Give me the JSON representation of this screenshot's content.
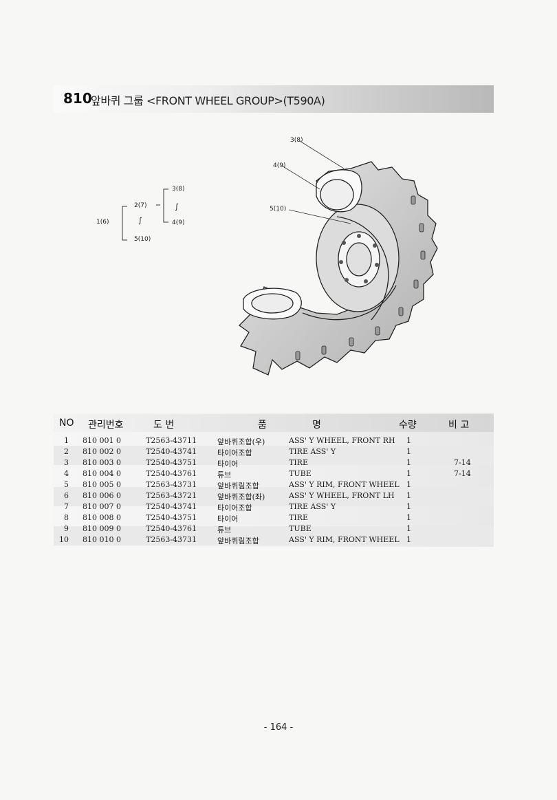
{
  "header": {
    "code": "810",
    "title": "앞바퀴 그룹 <FRONT WHEEL GROUP>(T590A)"
  },
  "tree": {
    "root": "1(6)",
    "group": "2(7)",
    "leaf_top": "3(8)",
    "leaf_bottom": "4(9)",
    "group_sep": "∫",
    "root_sep": "∫",
    "bottom": "5(10)"
  },
  "callouts": [
    "3(8)",
    "4(9)",
    "5(10)"
  ],
  "table": {
    "headers": {
      "no": "NO",
      "mgmt_no": "관리번호",
      "drawing": "도  번",
      "name_a": "품",
      "name_b": "명",
      "qty": "수량",
      "remark": "비 고"
    },
    "rows": [
      {
        "no": "1",
        "mgmt": "810 001 0",
        "part": "T2563-43711",
        "kr": "앞바퀴조합(우)",
        "en": "ASS' Y WHEEL, FRONT RH",
        "qty": "1",
        "remark": ""
      },
      {
        "no": "2",
        "mgmt": "810 002 0",
        "part": "T2540-43741",
        "kr": "타이어조합",
        "en": "TIRE ASS' Y",
        "qty": "1",
        "remark": ""
      },
      {
        "no": "3",
        "mgmt": "810 003 0",
        "part": "T2540-43751",
        "kr": "타이어",
        "en": "TIRE",
        "qty": "1",
        "remark": "7-14"
      },
      {
        "no": "4",
        "mgmt": "810 004 0",
        "part": "T2540-43761",
        "kr": "튜브",
        "en": "TUBE",
        "qty": "1",
        "remark": "7-14"
      },
      {
        "no": "5",
        "mgmt": "810 005 0",
        "part": "T2563-43731",
        "kr": "앞바퀴림조합",
        "en": "ASS' Y RIM, FRONT WHEEL",
        "qty": "1",
        "remark": ""
      },
      {
        "no": "6",
        "mgmt": "810 006 0",
        "part": "T2563-43721",
        "kr": "앞바퀴조합(좌)",
        "en": "ASS' Y WHEEL, FRONT LH",
        "qty": "1",
        "remark": ""
      },
      {
        "no": "7",
        "mgmt": "810 007 0",
        "part": "T2540-43741",
        "kr": "타이어조합",
        "en": "TIRE ASS' Y",
        "qty": "1",
        "remark": ""
      },
      {
        "no": "8",
        "mgmt": "810 008 0",
        "part": "T2540-43751",
        "kr": "타이어",
        "en": "TIRE",
        "qty": "1",
        "remark": ""
      },
      {
        "no": "9",
        "mgmt": "810 009 0",
        "part": "T2540-43761",
        "kr": "튜브",
        "en": "TUBE",
        "qty": "1",
        "remark": ""
      },
      {
        "no": "10",
        "mgmt": "810 010 0",
        "part": "T2563-43731",
        "kr": "앞바퀴림조합",
        "en": "ASS' Y RIM, FRONT WHEEL",
        "qty": "1",
        "remark": ""
      }
    ]
  },
  "footer": {
    "page": "- 164 -"
  }
}
